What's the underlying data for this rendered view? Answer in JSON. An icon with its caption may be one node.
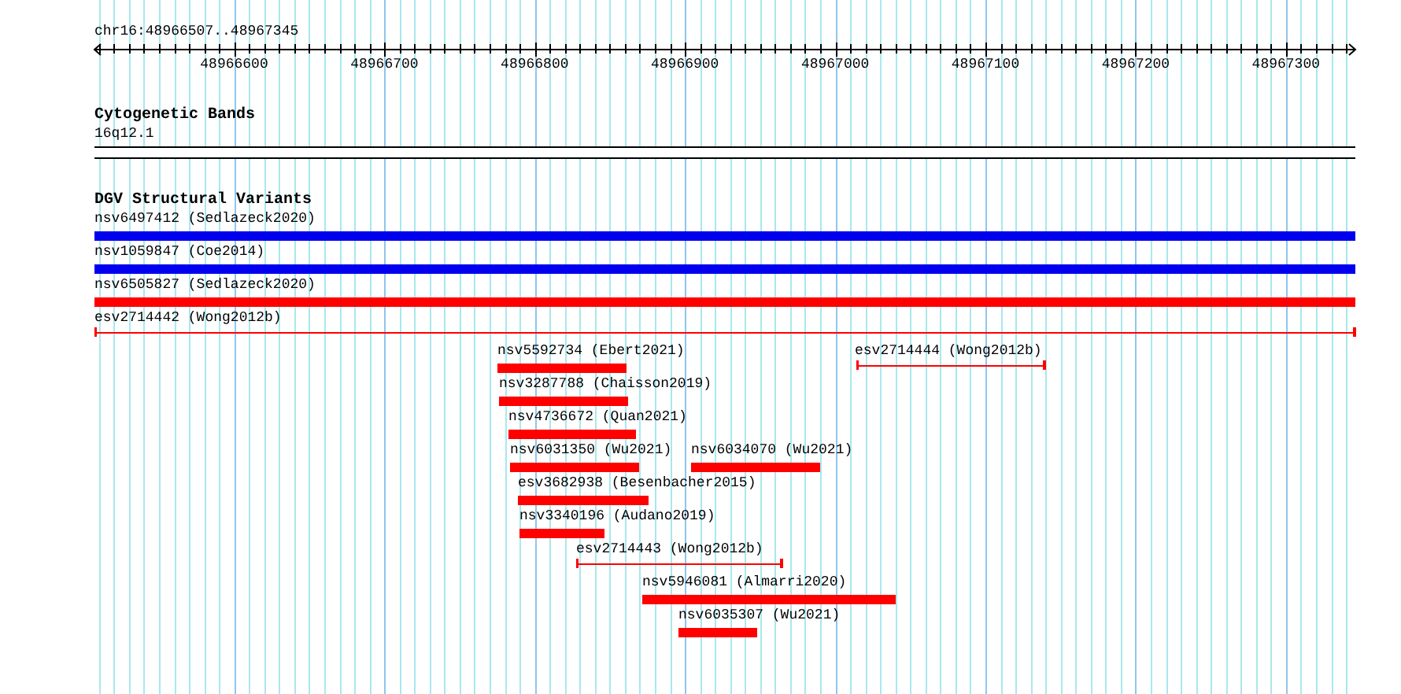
{
  "diagram": {
    "nodes": [
      {
        "text": [
          "nsv6497412 (Sedlazeck2020)"
        ]
      },
      {
        "text": [
          "nsv1059847 (Coe2014)"
        ]
      },
      {
        "text": [
          "nsv6505827 (Sedlazeck2020)"
        ]
      },
      {
        "text": [
          "esv2714442 (Wong2012b)"
        ]
      },
      {
        "text": [
          "nsv5592734 (Ebert2021)"
        ]
      },
      {
        "text": [
          "esv2714444 (Wong2012b)"
        ]
      },
      {
        "text": [
          "nsv3287788 (Chaisson2019)"
        ]
      },
      {
        "text": [
          "nsv4736672 (Quan2021)"
        ]
      },
      {
        "text": [
          "nsv6031350 (Wu2021)"
        ]
      },
      {
        "text": [
          "nsv6034070 (Wu2021)"
        ]
      },
      {
        "text": [
          "esv3682938 (Besenbacher2015)"
        ]
      },
      {
        "text": [
          "nsv3340196 (Audano2019)"
        ]
      },
      {
        "text": [
          "esv2714443 (Wong2012b)"
        ]
      },
      {
        "text": [
          "nsv5946081 (Almarri2020)"
        ]
      },
      {
        "text": [
          "nsv6035307 (Wu2021)"
        ]
      }
    ],
    "labels": [
      "chr16:48966507..48967345",
      "48966600",
      "48966700",
      "48966800",
      "48966900",
      "48967000",
      "48967100",
      "48967200",
      "48967300",
      "Cytogenetic Bands",
      "16q12.1",
      "DGV Structural Variants"
    ]
  }
}
